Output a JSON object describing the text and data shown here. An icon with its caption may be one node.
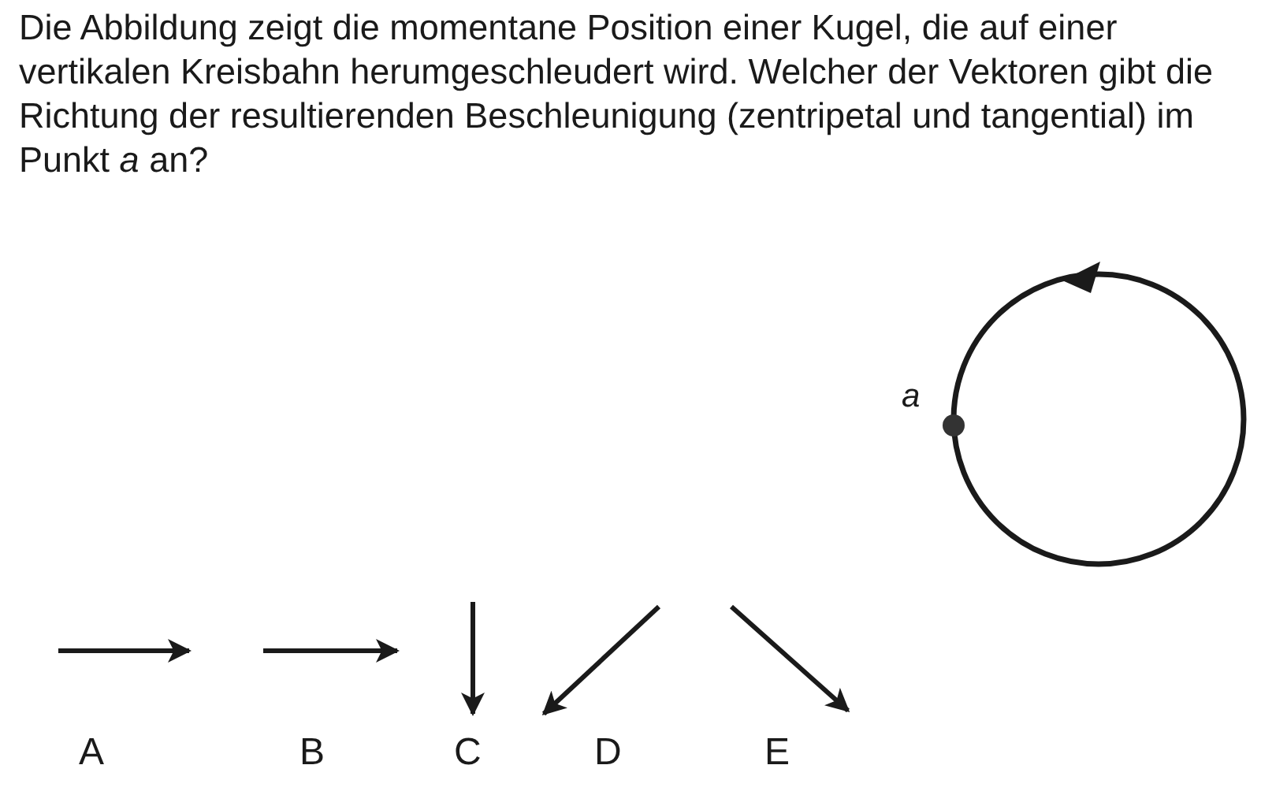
{
  "diagram": {
    "title": "Die Abbildung zeigt die momentane Position einer Kugel, die auf einer vertikalen Kreisbahn herumgeschleudert wird. Welcher der Vektoren gibt die Richtung der resultierenden Beschleunigung (zentripetal und tangential) im Punkt *a* an?",
    "labels": [
      "a",
      "A",
      "B",
      "C",
      "D",
      "E"
    ]
  }
}
